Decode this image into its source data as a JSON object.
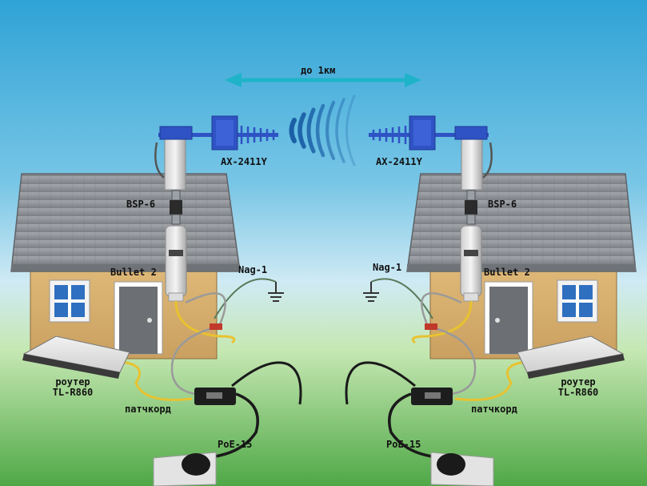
{
  "distance": {
    "text": "до 1км"
  },
  "left": {
    "antenna": "AX-2411Y",
    "protector": "BSP-6",
    "access_point": "Bullet 2",
    "grounding": "Nag-1",
    "router_line1": "роутер",
    "router_line2": "TL-R860",
    "patchcord": "патчкорд",
    "injector": "PoE-15"
  },
  "right": {
    "antenna": "AX-2411Y",
    "protector": "BSP-6",
    "access_point": "Bullet 2",
    "grounding": "Nag-1",
    "router_line1": "роутер",
    "router_line2": "TL-R860",
    "patchcord": "патчкорд",
    "injector": "PoE-15"
  },
  "colors": {
    "sky": "#2fa3d6",
    "grass": "#4fa846",
    "arrow": "#1fb3c9",
    "wave": "#1b5fa6",
    "antenna": "#2f52c4",
    "roof": "#8d9196",
    "wall": "#dcb370"
  }
}
